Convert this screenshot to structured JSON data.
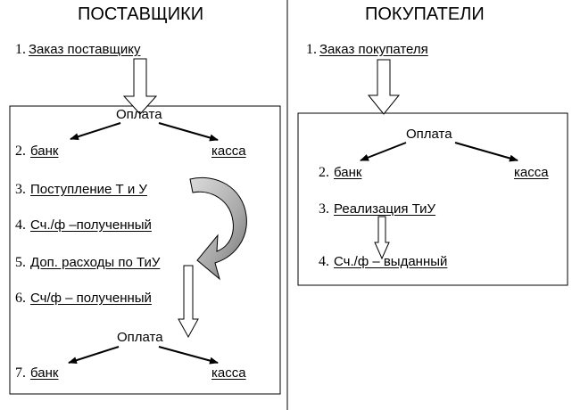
{
  "headings": {
    "suppliers": "ПОСТАВЩИКИ",
    "buyers": "ПОКУПАТЕЛИ"
  },
  "suppliers": {
    "step1_num": "1.",
    "step1": "Заказ поставщику",
    "payment1": "Оплата",
    "step2_num": "2.",
    "step2_bank": "банк",
    "step2_cash": "касса",
    "step3_num": "3.",
    "step3": "Поступление Т и У",
    "step4_num": "4.",
    "step4": "Сч./ф –полученный",
    "step5_num": "5.",
    "step5": "Доп. расходы по ТиУ",
    "step6_num": "6.",
    "step6": "Сч/ф – полученный",
    "payment2": "Оплата",
    "step7_num": "7.",
    "step7_bank": "банк",
    "step7_cash": "касса"
  },
  "buyers": {
    "step1_num": "1.",
    "step1": "Заказ покупателя",
    "payment": "Оплата",
    "step2_num": "2.",
    "step2_bank": "банк",
    "step2_cash": "касса",
    "step3_num": "3.",
    "step3": "Реализация ТиУ",
    "step4_num": "4.",
    "step4": "Сч./ф – выданный"
  }
}
